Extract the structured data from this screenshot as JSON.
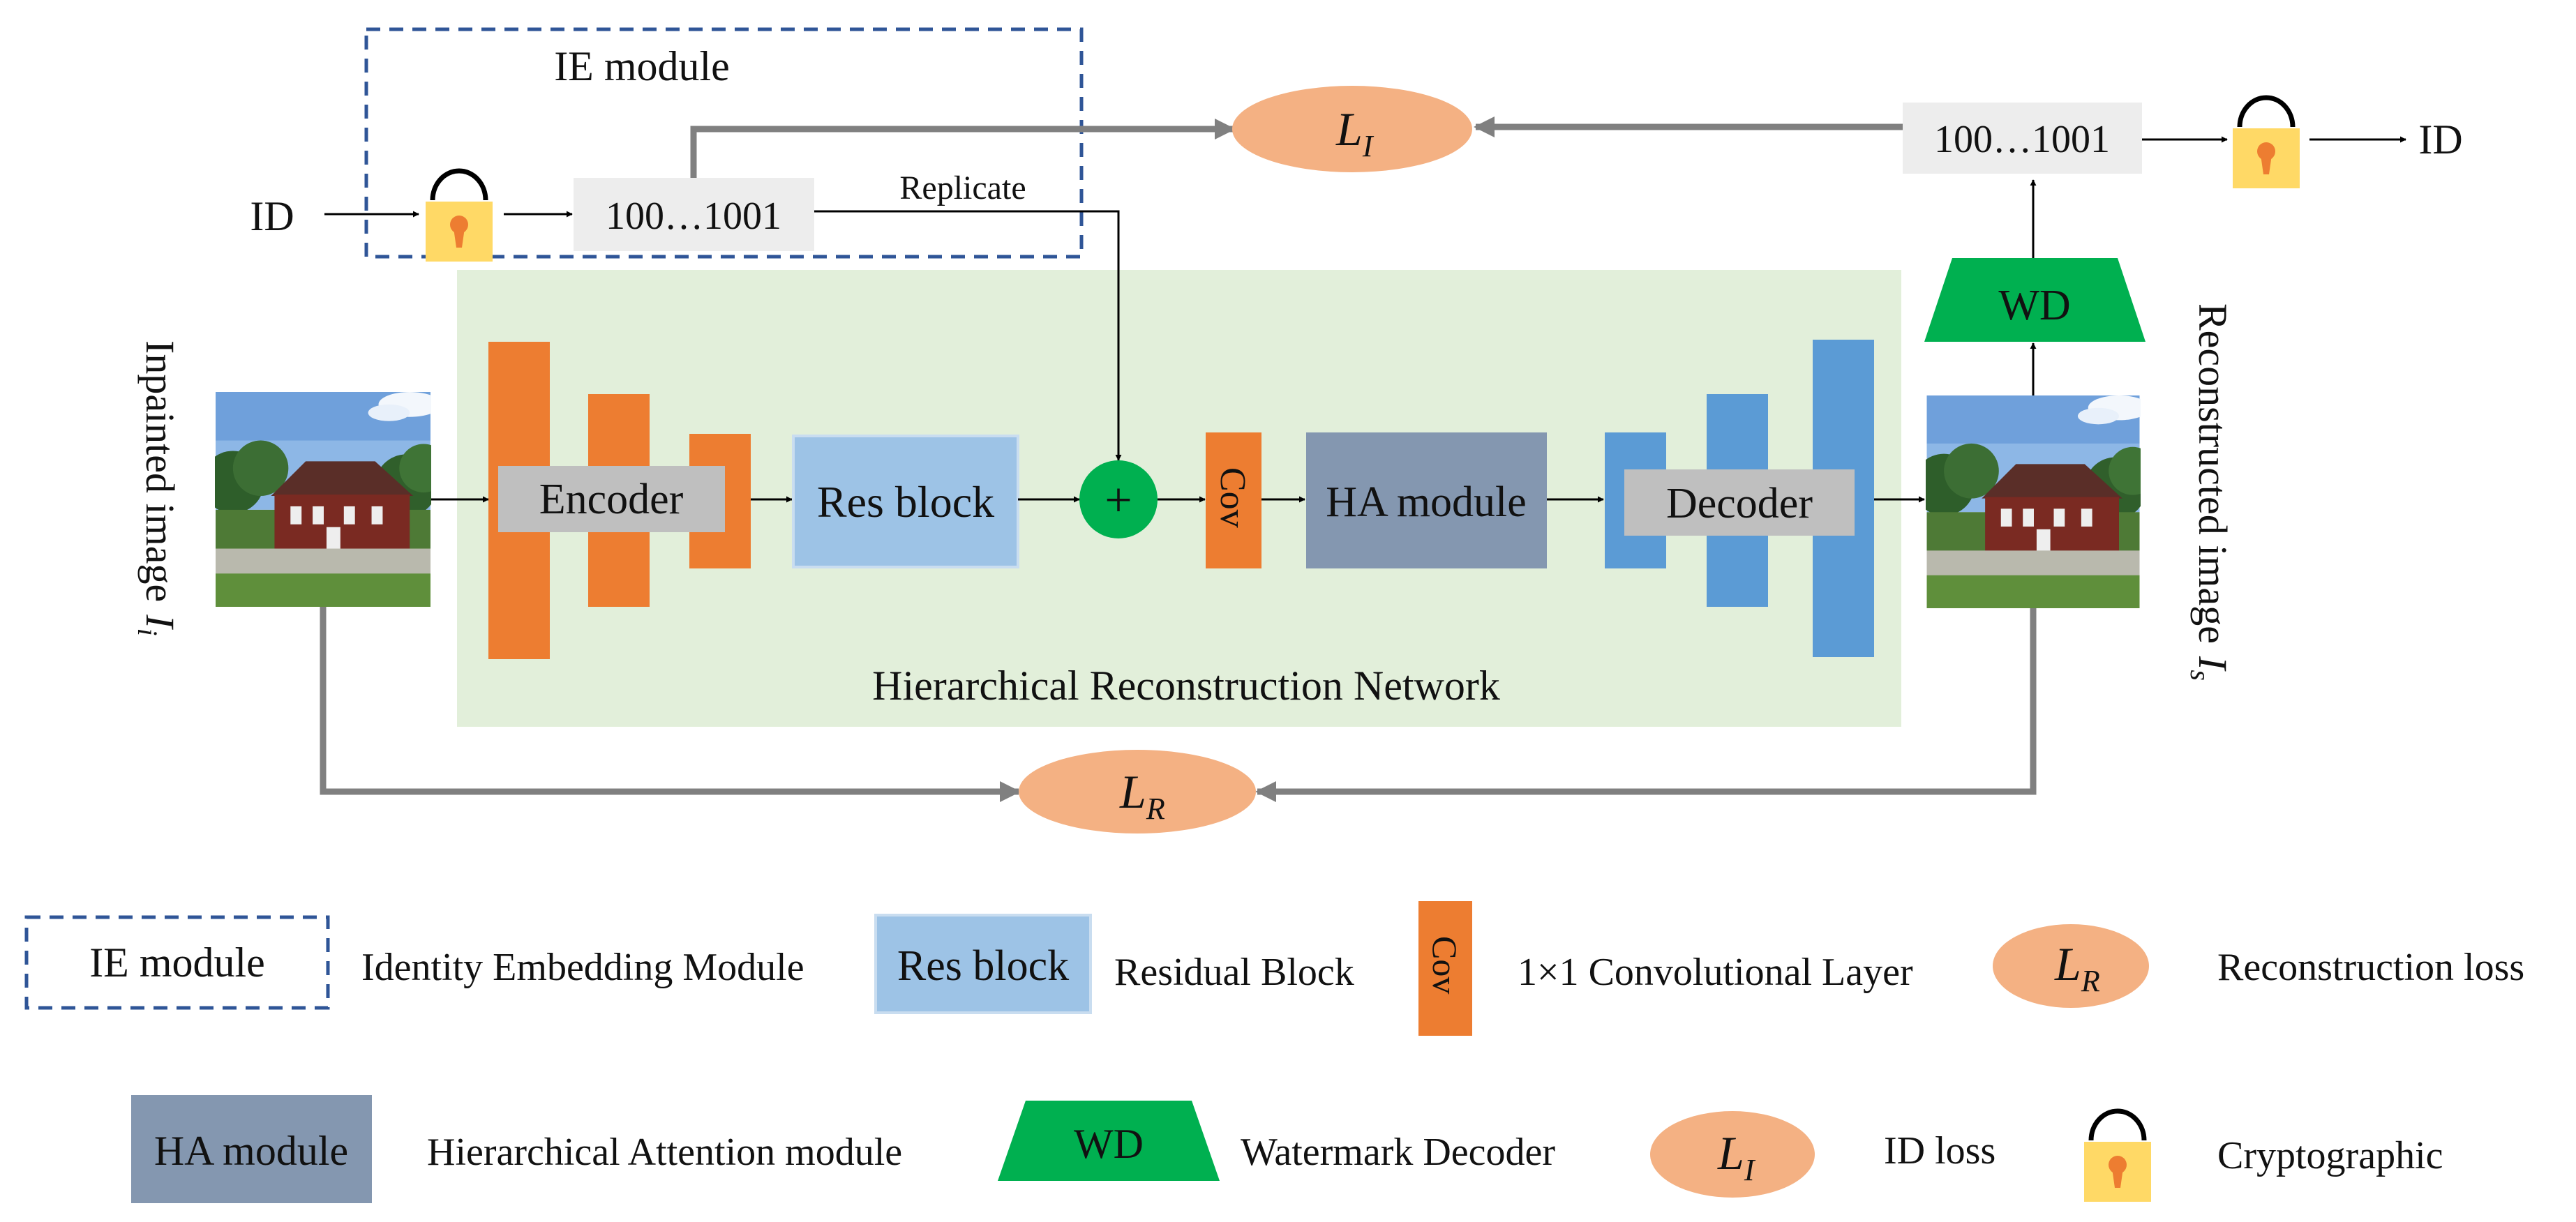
{
  "colors": {
    "encoder_orange": "#ED7D31",
    "decoder_blue": "#5B9BD5",
    "res_block": "#9DC3E6",
    "ha_module": "#8497B0",
    "network_bg": "#E2EFDA",
    "loss_ellipse": "#F4B183",
    "wd_green": "#00B050",
    "plus_green": "#00B050",
    "lock_yellow": "#FFD966",
    "lock_keyhole": "#ED7D31",
    "bits_box": "#EDEDED",
    "dashed_border": "#2F5597",
    "grey_arrow": "#808080"
  },
  "diagram": {
    "ie_module_label": "IE module",
    "id_input": "ID",
    "id_output": "ID",
    "bits_left": "100…1001",
    "bits_right": "100…1001",
    "replicate_label": "Replicate",
    "encoder_label": "Encoder",
    "res_block_label": "Res block",
    "plus_symbol": "+",
    "cov_label": "Cov",
    "ha_module_label": "HA module",
    "decoder_label": "Decoder",
    "wd_label": "WD",
    "network_label": "Hierarchical Reconstruction Network",
    "inpainted_text": "Inpainted image",
    "inpainted_symbol": "I",
    "inpainted_sub": "i",
    "reconstructed_text": "Reconstructed image",
    "reconstructed_symbol": "I",
    "reconstructed_sub": "s",
    "loss_i_symbol": "L",
    "loss_i_sub": "I",
    "loss_r_symbol": "L",
    "loss_r_sub": "R"
  },
  "legend": {
    "ie_box": "IE module",
    "ie_desc": "Identity Embedding Module",
    "res_box": "Res block",
    "res_desc": "Residual Block",
    "cov_box": "Cov",
    "cov_desc": "1×1 Convolutional Layer",
    "lr_symbol": "L",
    "lr_sub": "R",
    "lr_desc": "Reconstruction loss",
    "ha_box": "HA module",
    "ha_desc": "Hierarchical Attention module",
    "wd_box": "WD",
    "wd_desc": "Watermark Decoder",
    "li_symbol": "L",
    "li_sub": "I",
    "li_desc": "ID loss",
    "lock_desc": "Cryptographic"
  }
}
